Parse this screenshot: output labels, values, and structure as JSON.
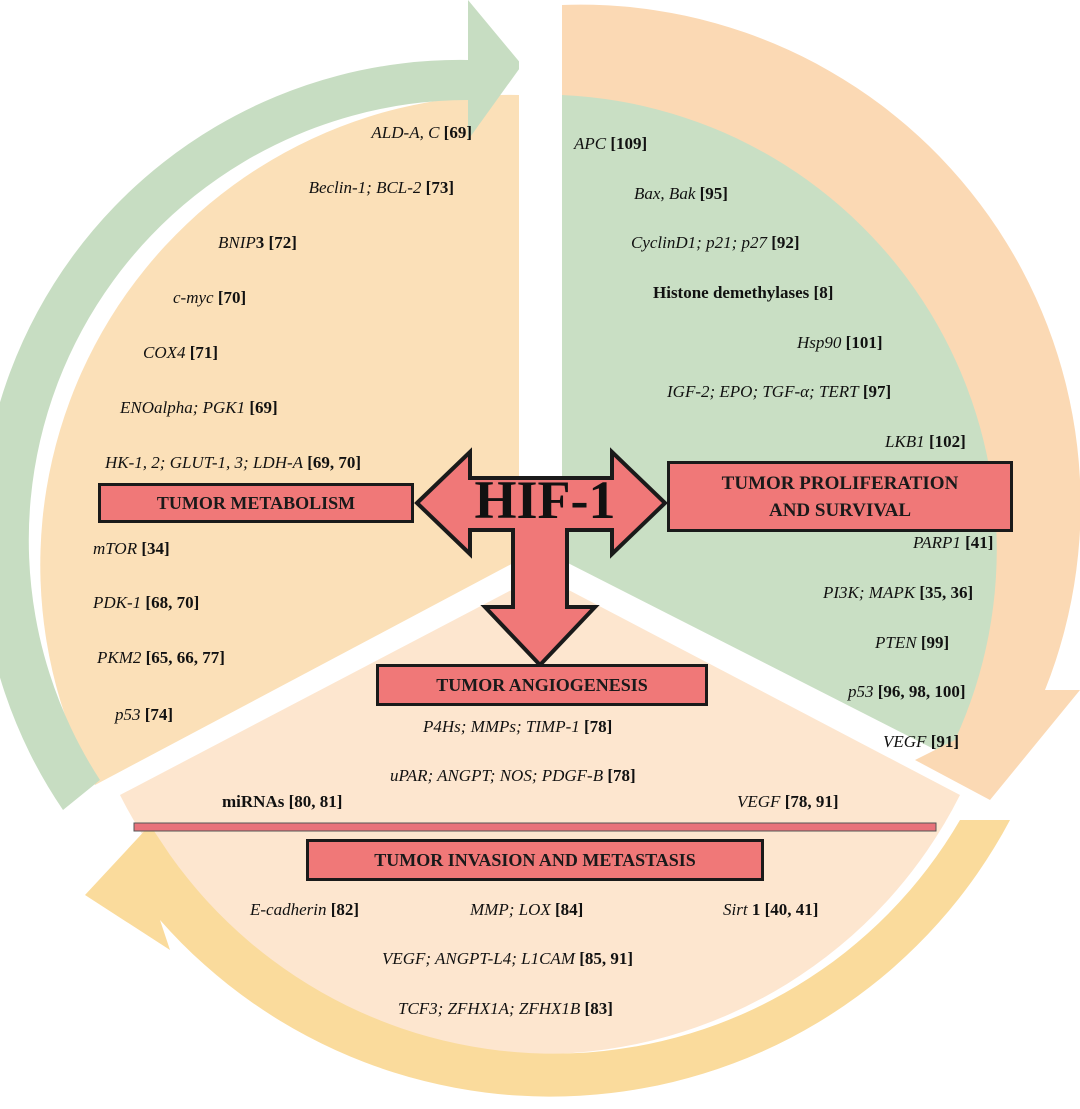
{
  "center": {
    "label": "HIF-1"
  },
  "colors": {
    "green": "#c9dfc4",
    "peach": "#fbdcb6",
    "light_peach": "#fde6cf",
    "yellow_arrow": "#fadc9c",
    "red": "#f07878",
    "outline": "#1a1a1a"
  },
  "metabolism": {
    "title": "TUMOR METABOLISM",
    "items": [
      {
        "gene": "ALD-A, C",
        "ref": "[69]"
      },
      {
        "gene": "Beclin-1; BCL-2",
        "ref": "[73]"
      },
      {
        "gene": "BNIP",
        "suffix": "3",
        "ref": "[72]"
      },
      {
        "gene": "c-myc",
        "ref": "[70]"
      },
      {
        "gene": "COX4",
        "ref": "[71]"
      },
      {
        "gene": "ENOalpha; PGK1",
        "ref": "[69]"
      },
      {
        "gene": "HK-1, 2; GLUT-1, 3; LDH-A",
        "ref": "[69, 70]"
      },
      {
        "gene": "mTOR",
        "ref": "[34]"
      },
      {
        "gene": "PDK-1",
        "ref": "[68, 70]"
      },
      {
        "gene": "PKM2",
        "ref": "[65, 66, 77]"
      },
      {
        "gene": "p53",
        "ref": "[74]"
      }
    ]
  },
  "proliferation": {
    "title_line1": "TUMOR PROLIFERATION",
    "title_line2": "AND SURVIVAL",
    "items": [
      {
        "gene": "APC",
        "ref": "[109]"
      },
      {
        "gene": "Bax, Bak",
        "ref": "[95]"
      },
      {
        "gene": "CyclinD1; p21; p27",
        "ref": "[92]"
      },
      {
        "plain": "Histone demethylases",
        "ref": "[8]"
      },
      {
        "gene": "Hsp90",
        "ref": "[101]"
      },
      {
        "gene": "IGF-2; EPO; TGF-α; TERT",
        "ref": "[97]"
      },
      {
        "gene": "LKB1",
        "ref": "[102]"
      },
      {
        "gene": "PARP1",
        "ref": "[41]"
      },
      {
        "gene": "PI3K; MAPK",
        "ref": "[35, 36]"
      },
      {
        "gene": "PTEN",
        "ref": "[99]"
      },
      {
        "gene": "p53",
        "ref": "[96, 98, 100]"
      },
      {
        "gene": "VEGF",
        "ref": "[91]"
      }
    ]
  },
  "angiogenesis": {
    "title": "TUMOR ANGIOGENESIS",
    "items": [
      {
        "gene": "P4Hs; MMPs; TIMP-1",
        "ref": "[78]"
      },
      {
        "gene": "uPAR; ANGPT; NOS; PDGF-B",
        "ref": "[78]"
      },
      {
        "plain": "miRNAs",
        "ref": "[80, 81]"
      },
      {
        "gene": "VEGF",
        "ref": "[78, 91]"
      }
    ]
  },
  "invasion": {
    "title": "TUMOR INVASION AND METASTASIS",
    "items": [
      {
        "gene": "E-cadherin",
        "ref": "[82]"
      },
      {
        "gene": "MMP; LOX",
        "ref": "[84]"
      },
      {
        "gene": "Sirt",
        "suffix": " 1",
        "ref": "[40, 41]"
      },
      {
        "gene": "VEGF; ANGPT-L4; L1CAM",
        "ref": "[85, 91]"
      },
      {
        "gene": "TCF3; ZFHX1A; ZFHX1B",
        "ref": "[83]"
      }
    ]
  }
}
